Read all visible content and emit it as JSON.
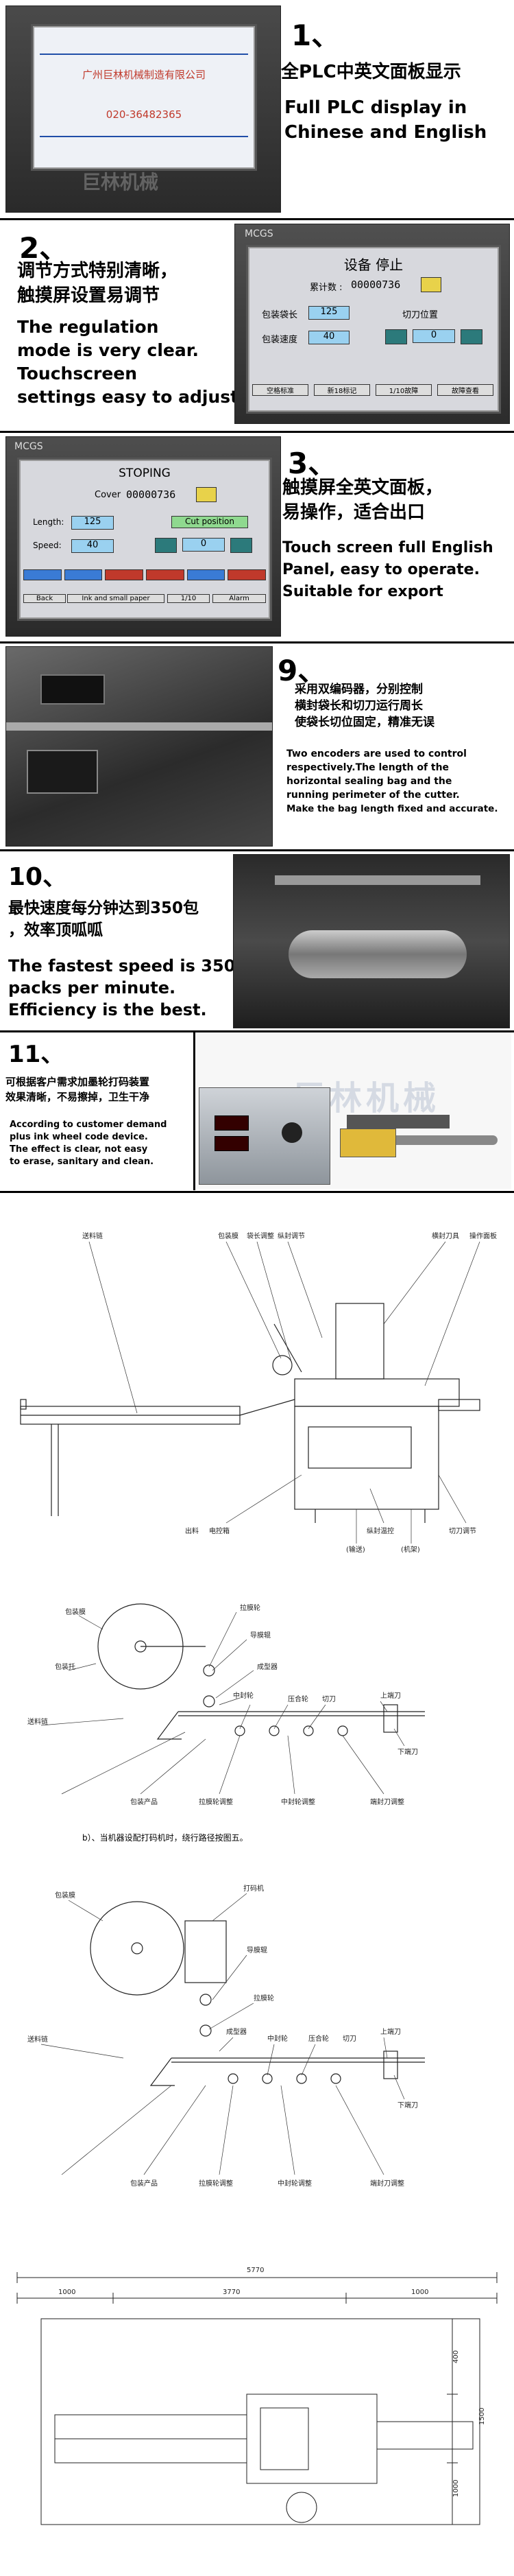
{
  "s1": {
    "num": "1、",
    "cn": "全PLC中英文面板显示",
    "en1": "Full PLC display in",
    "en2": "Chinese and English",
    "screen_company": "广州巨林机械制造有限公司",
    "screen_phone": "020-36482365",
    "watermark": "巨林机械"
  },
  "s2": {
    "num": "2、",
    "cn1": "调节方式特别清晰，",
    "cn2": "触摸屏设置易调节",
    "en1": "The regulation",
    "en2": "mode is very clear.",
    "en3": "Touchscreen",
    "en4": "settings easy to adjust",
    "brand": "MCGS",
    "title": "设备 停止",
    "counter_label": "累计数 :",
    "counter_value": "00000736",
    "bag_len_label": "包装袋长",
    "bag_len_value": "125",
    "cut_label": "切刀位置",
    "speed_label": "包装速度",
    "speed_value": "40",
    "cut_value": "0",
    "tab1": "空格标准",
    "tab2": "新18标记",
    "tab3": "1/10故障",
    "tab4": "故障查看"
  },
  "s3": {
    "num": "3、",
    "cn1": "触摸屏全英文面板，",
    "cn2": "易操作，适合出口",
    "en1": "Touch screen full English",
    "en2": "Panel, easy to operate.",
    "en3": "Suitable for export",
    "brand": "MCGS",
    "title": "STOPING",
    "counter_label": "Cover",
    "counter_value": "00000736",
    "length_label": "Length:",
    "length_value": "125",
    "speed_label": "Speed:",
    "speed_value": "40",
    "cut_label": "Cut position",
    "cut_value": "0",
    "tab1": "Back",
    "tab2": "Ink and small paper",
    "tab3": "1/10",
    "tab4": "Alarm"
  },
  "s9": {
    "num": "9、",
    "cn1": "采用双编码器，分别控制",
    "cn2": "横封袋长和切刀运行周长",
    "cn3": "使袋长切位固定，精准无误",
    "en1": "Two encoders are used to control",
    "en2": " respectively.The length of the",
    "en3": "horizontal sealing bag and the",
    "en4": "running perimeter of the cutter.",
    "en5": "Make the bag length fixed and accurate."
  },
  "s10": {
    "num": "10、",
    "cn1": "最快速度每分钟达到350包",
    "cn2": "，效率顶呱呱",
    "en1": "The fastest speed is 350",
    "en2": " packs per minute.",
    "en3": "Efficiency is the best."
  },
  "s11": {
    "num": "11、",
    "cn1": "可根据客户需求加墨轮打码装置",
    "cn2": "效果清晰，不易擦掉，卫生干净",
    "en1": "According to customer demand",
    "en2": " plus ink wheel code device.",
    "en3": "The effect is clear, not easy",
    "en4": "to erase, sanitary and clean.",
    "watermark": "巨林机械"
  },
  "diagram1": {
    "labels": [
      "送料链",
      "包装膜",
      "袋长调整",
      "纵封调节",
      "横封刀具",
      "操作面板",
      "电控箱",
      "纵封温控",
      "切刀调节",
      "出料",
      "(输送)",
      "(机架)"
    ]
  },
  "diagram2": {
    "labels": [
      "包装膜",
      "拉膜轮",
      "包装托",
      "导膜辊",
      "成型器",
      "中封轮",
      "压合轮",
      "切刀",
      "上端刀",
      "下端刀",
      "送料链",
      "包装产品",
      "拉膜轮调整",
      "中封轮调整",
      "端封刀调整"
    ]
  },
  "diagram3": {
    "caption": "b）、当机器设配打码机时，绕行路径按图五。",
    "labels": [
      "包装膜",
      "打码机",
      "导膜辊",
      "拉膜轮",
      "成型器",
      "中封轮",
      "压合轮",
      "切刀",
      "上端刀",
      "下端刀",
      "送料链",
      "包装产品",
      "拉膜轮调整",
      "中封轮调整",
      "端封刀调整"
    ]
  },
  "diagram4": {
    "dim_total": "5770",
    "dim_a": "1000",
    "dim_b": "3770",
    "dim_c": "1000",
    "dim_h1": "1500",
    "dim_h2": "400",
    "dim_h3": "1000"
  }
}
